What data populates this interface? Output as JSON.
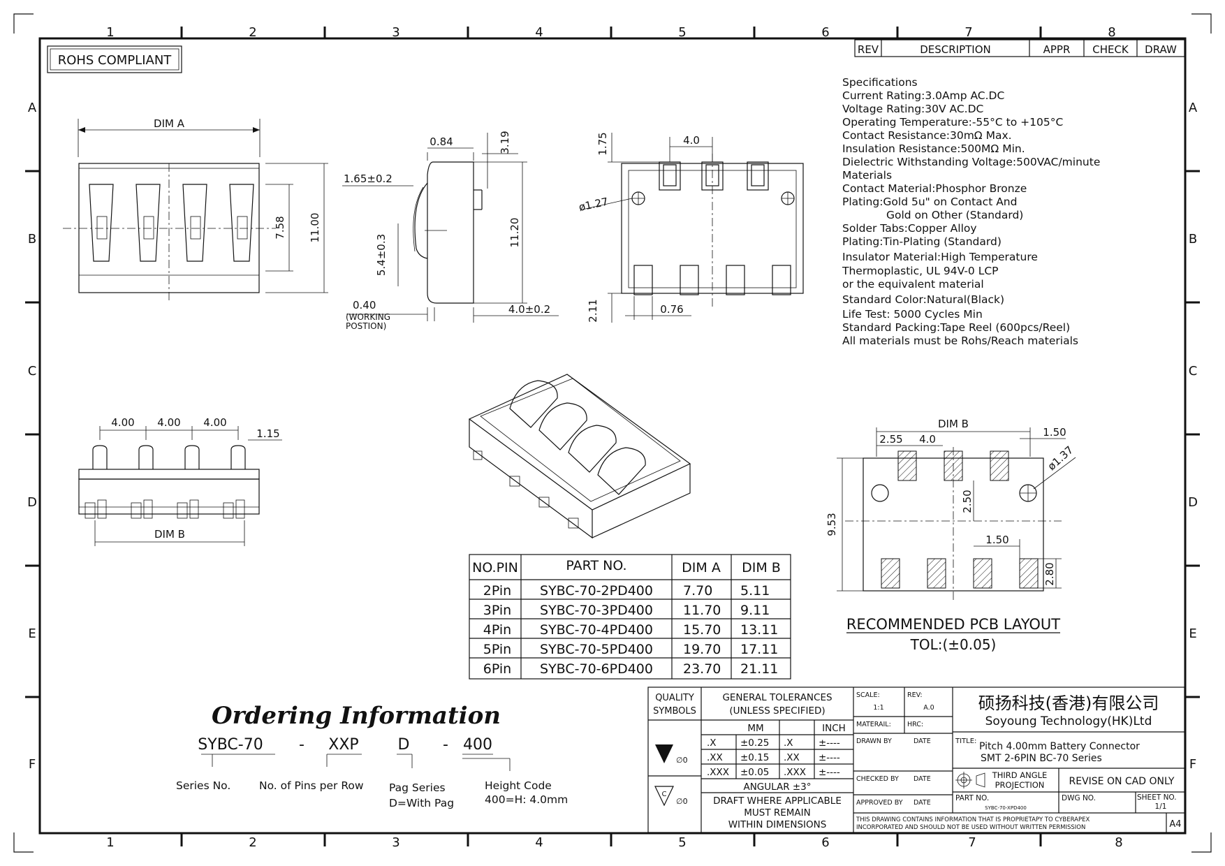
{
  "border": {
    "col_labels": [
      "1",
      "2",
      "3",
      "4",
      "5",
      "6",
      "7",
      "8"
    ],
    "row_labels": [
      "A",
      "B",
      "C",
      "D",
      "E",
      "F"
    ]
  },
  "rohs": "ROHS COMPLIANT",
  "revision_block": {
    "headers": [
      "REV",
      "DESCRIPTION",
      "APPR",
      "CHECK",
      "DRAW"
    ]
  },
  "specifications": [
    "Specifications",
    "Current Rating:3.0Amp AC.DC",
    "Voltage Rating:30V AC.DC",
    "Operating Temperature:-55°C to +105°C",
    "Contact Resistance:30mΩ Max.",
    "Insulation Resistance:500MΩ Min.",
    "Dielectric Withstanding Voltage:500VAC/minute",
    "Materials",
    "Contact Material:Phosphor Bronze",
    "Plating:Gold 5u\" on Contact And",
    "        Gold on Other (Standard)",
    "Solder Tabs:Copper Alloy",
    "Plating:Tin-Plating (Standard)",
    "Insulator Material:High Temperature",
    "Thermoplastic, UL 94V-0 LCP",
    "or the equivalent material",
    "Standard Color:Natural(Black)",
    "Life Test: 5000 Cycles Min",
    "Standard Packing:Tape Reel (600pcs/Reel)",
    "All materials must be Rohs/Reach materials"
  ],
  "dims": {
    "top_view": {
      "dim_a": "DIM A",
      "h1": "7.58",
      "h2": "11.00"
    },
    "side_view": {
      "d084": "0.84",
      "d319": "3.19",
      "d165": "1.65±0.2",
      "d54": "5.4±0.3",
      "d1120": "11.20",
      "d040": "0.40",
      "working1": "(WORKING",
      "working2": "POSTION)",
      "d40": "4.0±0.2"
    },
    "back_view": {
      "d175": "1.75",
      "d40": "4.0",
      "d127": "ø1.27",
      "d211": "2.11",
      "d076": "0.76"
    },
    "front_view": {
      "p1": "4.00",
      "p2": "4.00",
      "p3": "4.00",
      "d115": "1.15",
      "dim_b": "DIM B"
    },
    "pcb": {
      "dim_b": "DIM B",
      "d255": "2.55",
      "d40": "4.0",
      "d150a": "1.50",
      "d137": "ø1.37",
      "d250": "2.50",
      "d953": "9.53",
      "d150b": "1.50",
      "d280": "2.80",
      "title": "RECOMMENDED PCB LAYOUT",
      "tol": "TOL:(±0.05)"
    }
  },
  "part_table": {
    "headers": [
      "NO.PIN",
      "PART NO.",
      "DIM A",
      "DIM B"
    ],
    "rows": [
      [
        "2Pin",
        "SYBC-70-2PD400",
        "7.70",
        "5.11"
      ],
      [
        "3Pin",
        "SYBC-70-3PD400",
        "11.70",
        "9.11"
      ],
      [
        "4Pin",
        "SYBC-70-4PD400",
        "15.70",
        "13.11"
      ],
      [
        "5Pin",
        "SYBC-70-5PD400",
        "19.70",
        "17.11"
      ],
      [
        "6Pin",
        "SYBC-70-6PD400",
        "23.70",
        "21.11"
      ]
    ]
  },
  "ordering": {
    "title": "Ordering Information",
    "code": [
      "SYBC-70",
      "-",
      "XXP",
      "D",
      "-",
      "400"
    ],
    "labels": [
      "Series No.",
      "No. of Pins per Row",
      "Pag Series",
      "D=With Pag",
      "Height Code",
      "400=H: 4.0mm"
    ]
  },
  "title_block": {
    "quality1": "QUALITY",
    "quality2": "SYMBOLS",
    "gt1": "GENERAL TOLERANCES",
    "gt2": "(UNLESS SPECIFIED)",
    "mm": "MM",
    "inch": "INCH",
    "tol_rows": [
      [
        ".X",
        "±0.25",
        ".X",
        "±----"
      ],
      [
        ".XX",
        "±0.15",
        ".XX",
        "±----"
      ],
      [
        ".XXX",
        "±0.05",
        ".XXX",
        "±----"
      ]
    ],
    "angular": "ANGULAR ±3°",
    "draft1": "DRAFT WHERE APPLICABLE",
    "draft2": "MUST REMAIN",
    "draft3": "WITHIN DIMENSIONS",
    "sym_mark": "∅0",
    "scale_label": "SCALE:",
    "scale": "1:1",
    "rev_label": "REV:",
    "rev": "A.0",
    "material": "MATERAIL:",
    "hrc": "HRC:",
    "drawn": "DRAWN BY",
    "checked": "CHECKED BY",
    "approved": "APPROVED BY",
    "date": "DATE",
    "company_cn": "硕扬科技(香港)有限公司",
    "company_en": "Soyoung Technology(HK)Ltd",
    "title_label": "TITLE:",
    "title1": "Pitch 4.00mm Battery Connector",
    "title2": "SMT 2-6PIN BC-70 Series",
    "proj1": "THIRD ANGLE",
    "proj2": "PROJECTION",
    "revise": "REVISE ON CAD ONLY",
    "part_no_label": "PART NO.",
    "part_no": "SYBC-70-XPD400",
    "dwg_no": "DWG NO.",
    "sheet_label": "SHEET NO.",
    "sheet": "1/1",
    "notice1": "THIS DRAWING CONTAINS INFORMATION THAT IS PROPRIETAPY TO CYBERAPEX",
    "notice2": "INCORPORATED AND SHOULD NOT BE USED WITHOUT WRITTEN PERMISSION",
    "size": "A4"
  }
}
